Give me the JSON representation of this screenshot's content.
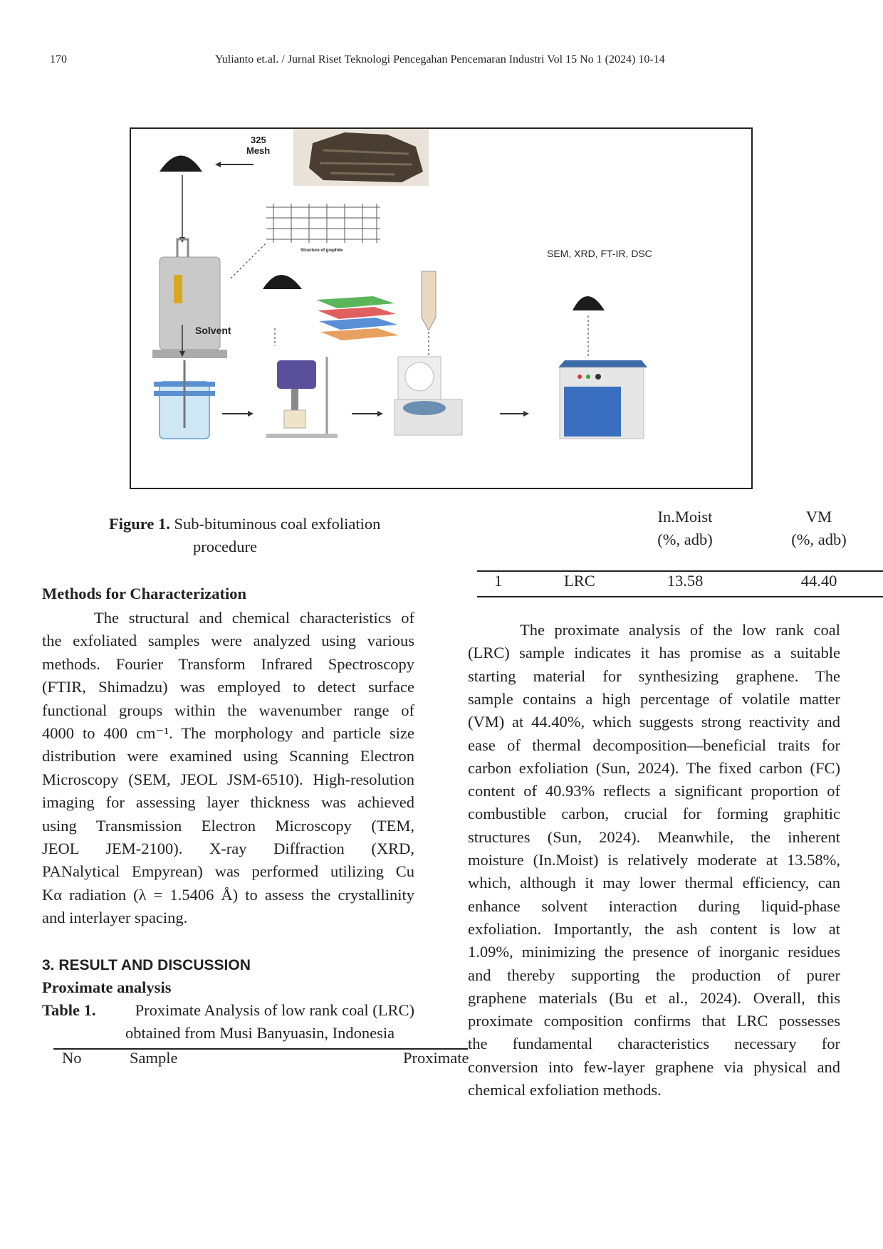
{
  "header": {
    "page_number": "170",
    "running_title": "Yulianto et.al. / Jurnal Riset Teknologi Pencegahan Pencemaran Industri Vol 15 No 1 (2024) 10-14"
  },
  "figure": {
    "labels": {
      "mesh": "325",
      "mesh2": "Mesh",
      "graphite": "Structure of graphite",
      "solvent": "Solvent",
      "analysis": "SEM, XRD, FT-IR, DSC"
    },
    "caption_label": "Figure 1.",
    "caption_line1": "Sub-bituminous coal exfoliation",
    "caption_line2": "procedure"
  },
  "table_top": {
    "headers": [
      {
        "line1": "In.Moist",
        "line2": "(%, adb)"
      },
      {
        "line1": "VM",
        "line2": "(%, adb)"
      }
    ],
    "row": {
      "no": "1",
      "sample": "LRC",
      "in_moist": "13.58",
      "vm": "44.40"
    }
  },
  "methods": {
    "heading": "Methods for Characterization",
    "lines": [
      "The structural and chemical characteristics of",
      "the exfoliated samples were analyzed using various",
      "methods. Fourier Transform Infrared Spectroscopy",
      "(FTIR, Shimadzu) was employed to detect surface",
      "functional groups within the wavenumber range of",
      "4000 to 400 cm⁻¹. The morphology and particle size",
      "distribution were examined using Scanning Electron",
      "Microscopy (SEM, JEOL JSM-6510). High-resolution",
      "imaging for assessing layer thickness was achieved",
      "using Transmission Electron Microscopy (TEM,",
      "JEOL JEM-2100). X-ray Diffraction (XRD,",
      "PANalytical Empyrean) was performed utilizing Cu",
      "Kα radiation (λ = 1.5406 Å) to assess the crystallinity",
      "and interlayer spacing."
    ]
  },
  "results": {
    "heading": "3.  RESULT AND DISCUSSION",
    "subheading": "Proximate analysis",
    "table_label": "Table 1.",
    "table_caption_line1": "Proximate Analysis of low rank coal (LRC)",
    "table_caption_line2": "obtained from Musi Banyuasin, Indonesia",
    "table_headers": {
      "no": "No",
      "sample": "Sample",
      "proximate": "Proximate"
    }
  },
  "discussion": {
    "lines": [
      "The proximate analysis of the low rank coal",
      "(LRC) sample indicates it has promise as a suitable",
      "starting material for synthesizing graphene. The",
      "sample contains a high percentage of volatile matter",
      "(VM) at 44.40%, which suggests strong reactivity and",
      "ease of thermal decomposition—beneficial traits for",
      "carbon exfoliation (Sun, 2024). The fixed carbon (FC)",
      "content of 40.93% reflects a significant proportion of",
      "combustible carbon, crucial for forming graphitic",
      "structures (Sun, 2024). Meanwhile, the inherent",
      "moisture (In.Moist) is relatively moderate at 13.58%,",
      "which, although it may lower thermal efficiency, can",
      "enhance solvent interaction during liquid-phase",
      "exfoliation. Importantly, the ash content is low at",
      "1.09%, minimizing the presence of inorganic residues",
      "and thereby supporting the production of purer",
      "graphene materials (Bu et al., 2024). Overall, this",
      "proximate composition confirms that LRC possesses",
      "the fundamental characteristics necessary for",
      "conversion into few-layer graphene via physical and",
      "chemical exfoliation methods."
    ]
  }
}
